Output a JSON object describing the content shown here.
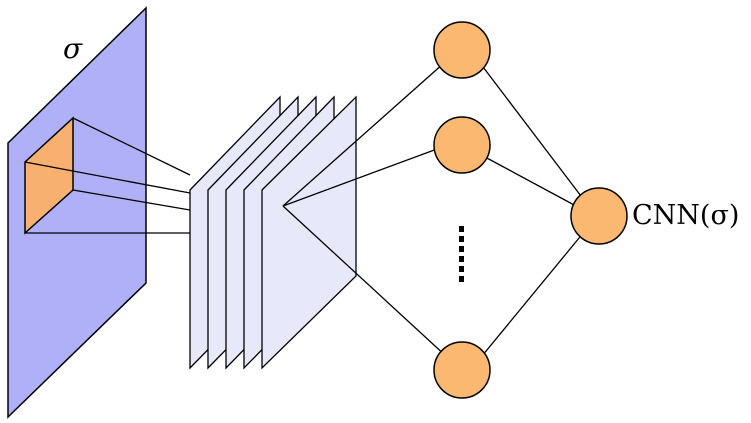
{
  "labels": {
    "input_symbol": "σ",
    "output_label": "CNN(σ)"
  },
  "colors": {
    "input_plane_fill": "#b0b0f8",
    "receptive_field_fill": "#f8b070",
    "feature_map_fill": "#e8e8fb",
    "neuron_fill": "#fbb870",
    "stroke": "#000000"
  },
  "network": {
    "feature_maps": 5,
    "hidden_nodes_drawn": 3,
    "hidden_gap_marker": "ellipsis",
    "output_nodes": 1
  }
}
